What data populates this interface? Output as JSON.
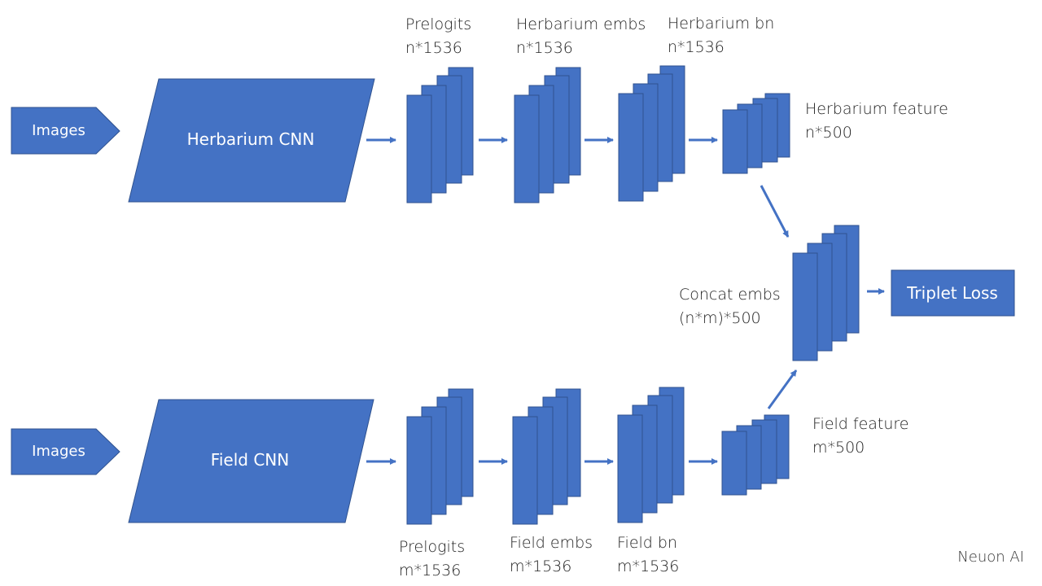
{
  "diagram": {
    "input_top": "Images",
    "input_bottom": "Images",
    "cnn_top": "Herbarium CNN",
    "cnn_bottom": "Field CNN",
    "top_stages": [
      {
        "name": "Prelogits",
        "shape": "n*1536"
      },
      {
        "name": "Herbarium embs",
        "shape": "n*1536"
      },
      {
        "name": "Herbarium bn",
        "shape": "n*1536"
      },
      {
        "name": "Herbarium feature",
        "shape": "n*500"
      }
    ],
    "bottom_stages": [
      {
        "name": "Prelogits",
        "shape": "m*1536"
      },
      {
        "name": "Field embs",
        "shape": "m*1536"
      },
      {
        "name": "Field bn",
        "shape": "m*1536"
      },
      {
        "name": "Field feature",
        "shape": "m*500"
      }
    ],
    "concat": {
      "name": "Concat embs",
      "shape": "(n*m)*500"
    },
    "loss": "Triplet Loss",
    "watermark": "Neuon AI",
    "colors": {
      "fill": "#4472C4",
      "stroke": "#2F528F",
      "text_on_fill": "#ffffff"
    }
  }
}
